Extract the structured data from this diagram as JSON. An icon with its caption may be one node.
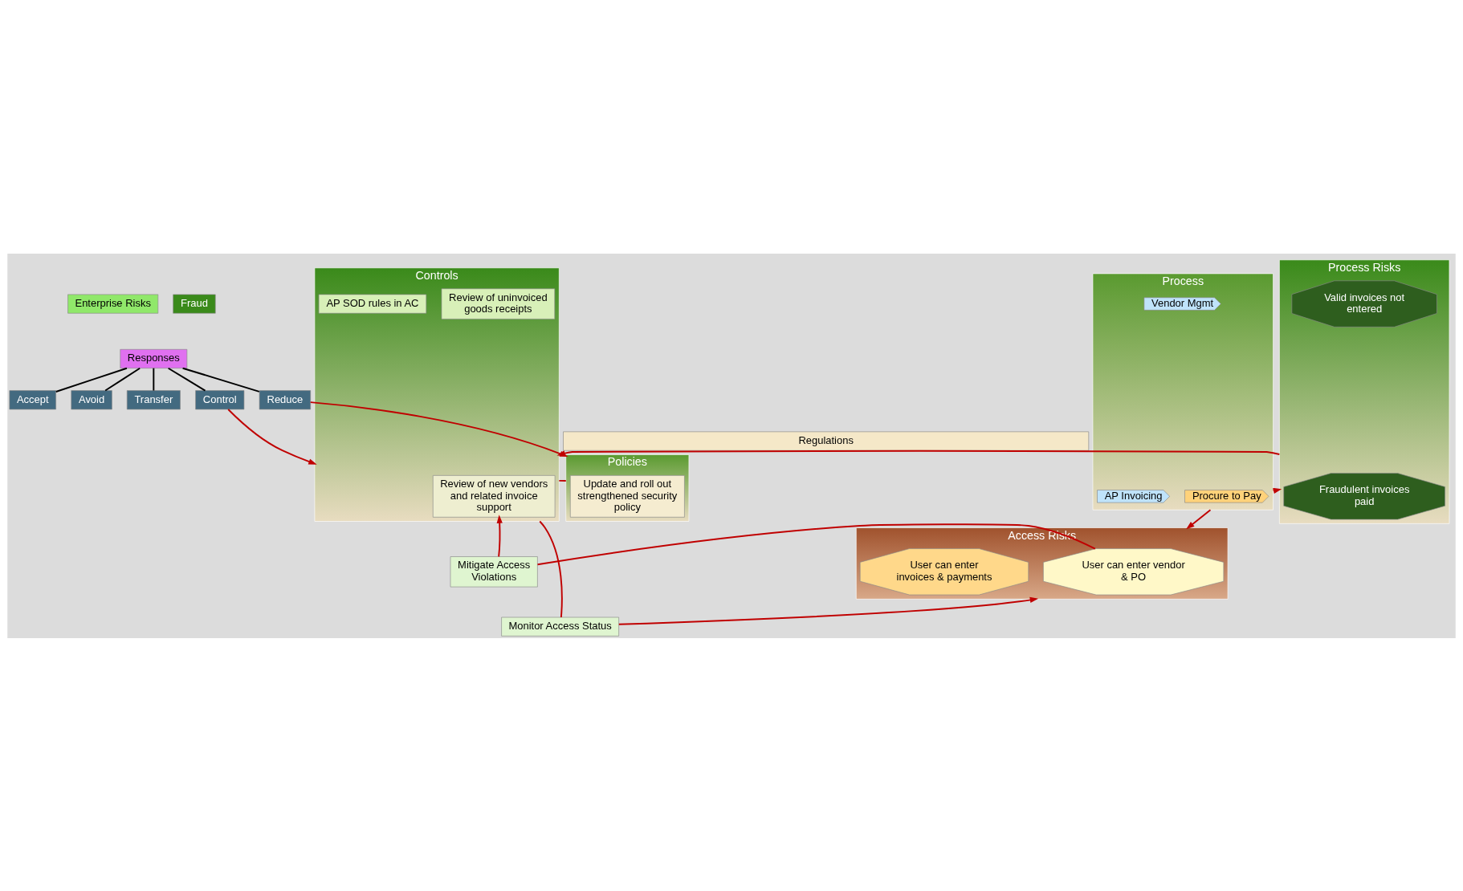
{
  "diagram": {
    "nodes": [
      {
        "text": [
          "Enterprise Risks"
        ]
      },
      {
        "text": [
          "Fraud"
        ]
      },
      {
        "text": [
          "Responses"
        ]
      },
      {
        "text": [
          "Accept"
        ]
      },
      {
        "text": [
          "Avoid"
        ]
      },
      {
        "text": [
          "Transfer"
        ]
      },
      {
        "text": [
          "Control"
        ]
      },
      {
        "text": [
          "Reduce"
        ]
      },
      {
        "text": [
          "Regulations"
        ]
      },
      {
        "text": [
          "Process"
        ]
      },
      {
        "text": [
          "Procure to Pay"
        ],
        "in": 9
      },
      {
        "text": [
          "Vendor Mgmt"
        ],
        "in": 9
      },
      {
        "text": [
          "AP Invoicing"
        ],
        "in": 9
      },
      {
        "text": [
          "Process Risks"
        ]
      },
      {
        "text": [
          "Fraudulent invoices paid"
        ],
        "in": 13
      },
      {
        "text": [
          "Valid invoices not entered"
        ],
        "in": 13
      },
      {
        "text": [
          "Controls"
        ]
      },
      {
        "text": [
          "Review of new vendors and related invoice support"
        ],
        "in": 16
      },
      {
        "text": [
          "Review of uninvoiced goods receipts"
        ],
        "in": 16
      },
      {
        "text": [
          "AP SOD rules in AC"
        ],
        "in": 16
      },
      {
        "text": [
          "Policies"
        ]
      },
      {
        "text": [
          "Update and roll out strengthened security policy"
        ],
        "in": 20
      },
      {
        "text": [
          "Access Risks"
        ]
      },
      {
        "text": [
          "User can enter vendor & PO"
        ],
        "in": 22
      },
      {
        "text": [
          "User can enter invoices & payments"
        ],
        "in": 22
      },
      {
        "text": [
          "Mitigate Access Violations"
        ]
      },
      {
        "text": [
          "Monitor Access Status"
        ]
      }
    ],
    "edges": [
      {
        "from": 2,
        "to": 3,
        "arrow": "none",
        "color": "#000000"
      },
      {
        "from": 2,
        "to": 4,
        "arrow": "none",
        "color": "#000000"
      },
      {
        "from": 2,
        "to": 5,
        "arrow": "none",
        "color": "#000000"
      },
      {
        "from": 2,
        "to": 6,
        "arrow": "none",
        "color": "#000000"
      },
      {
        "from": 2,
        "to": 7,
        "arrow": "none",
        "color": "#000000"
      },
      {
        "from": 6,
        "to": 16,
        "arrow": "to"
      },
      {
        "from": 7,
        "to": 20,
        "arrow": "to"
      },
      {
        "from": 9,
        "to": 13,
        "arrow": "to"
      },
      {
        "from": 13,
        "to": 16,
        "arrow": "to"
      },
      {
        "from": 16,
        "to": 20,
        "arrow": "none"
      },
      {
        "from": 9,
        "to": 22,
        "arrow": "to"
      },
      {
        "from": 25,
        "to": 17,
        "arrow": "to"
      },
      {
        "from": 23,
        "to": 25,
        "arrow": "none"
      },
      {
        "from": 16,
        "to": 26,
        "arrow": "none"
      },
      {
        "from": 26,
        "to": 22,
        "arrow": "to"
      }
    ]
  }
}
